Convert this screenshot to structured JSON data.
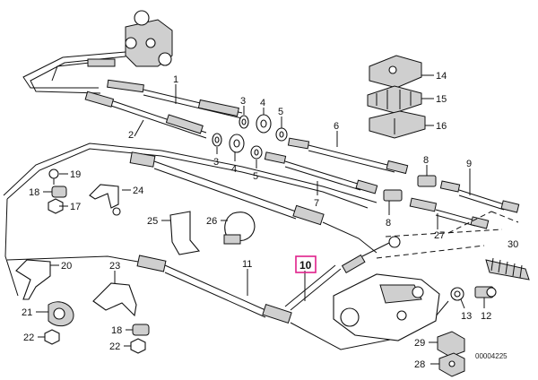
{
  "callouts": [
    {
      "id": "1",
      "label": "1"
    },
    {
      "id": "2",
      "label": "2"
    },
    {
      "id": "3a",
      "label": "3"
    },
    {
      "id": "3b",
      "label": "3"
    },
    {
      "id": "4a",
      "label": "4"
    },
    {
      "id": "4b",
      "label": "4"
    },
    {
      "id": "5a",
      "label": "5"
    },
    {
      "id": "5b",
      "label": "5"
    },
    {
      "id": "6",
      "label": "6"
    },
    {
      "id": "7",
      "label": "7"
    },
    {
      "id": "8a",
      "label": "8"
    },
    {
      "id": "8b",
      "label": "8"
    },
    {
      "id": "9",
      "label": "9"
    },
    {
      "id": "10",
      "label": "10",
      "highlight": true
    },
    {
      "id": "11",
      "label": "11"
    },
    {
      "id": "12",
      "label": "12"
    },
    {
      "id": "13",
      "label": "13"
    },
    {
      "id": "14",
      "label": "14"
    },
    {
      "id": "15",
      "label": "15"
    },
    {
      "id": "16",
      "label": "16"
    },
    {
      "id": "17",
      "label": "17"
    },
    {
      "id": "18a",
      "label": "18"
    },
    {
      "id": "18b",
      "label": "18"
    },
    {
      "id": "19",
      "label": "19"
    },
    {
      "id": "20",
      "label": "20"
    },
    {
      "id": "21",
      "label": "21"
    },
    {
      "id": "22a",
      "label": "22"
    },
    {
      "id": "22b",
      "label": "22"
    },
    {
      "id": "23",
      "label": "23"
    },
    {
      "id": "24",
      "label": "24"
    },
    {
      "id": "25",
      "label": "25"
    },
    {
      "id": "26",
      "label": "26"
    },
    {
      "id": "27",
      "label": "27"
    },
    {
      "id": "28",
      "label": "28"
    },
    {
      "id": "29",
      "label": "29"
    },
    {
      "id": "30",
      "label": "30"
    }
  ],
  "diagram_code": "00004225",
  "colors": {
    "highlight_box": "#e0218a",
    "line": "#111111",
    "background": "#ffffff"
  }
}
